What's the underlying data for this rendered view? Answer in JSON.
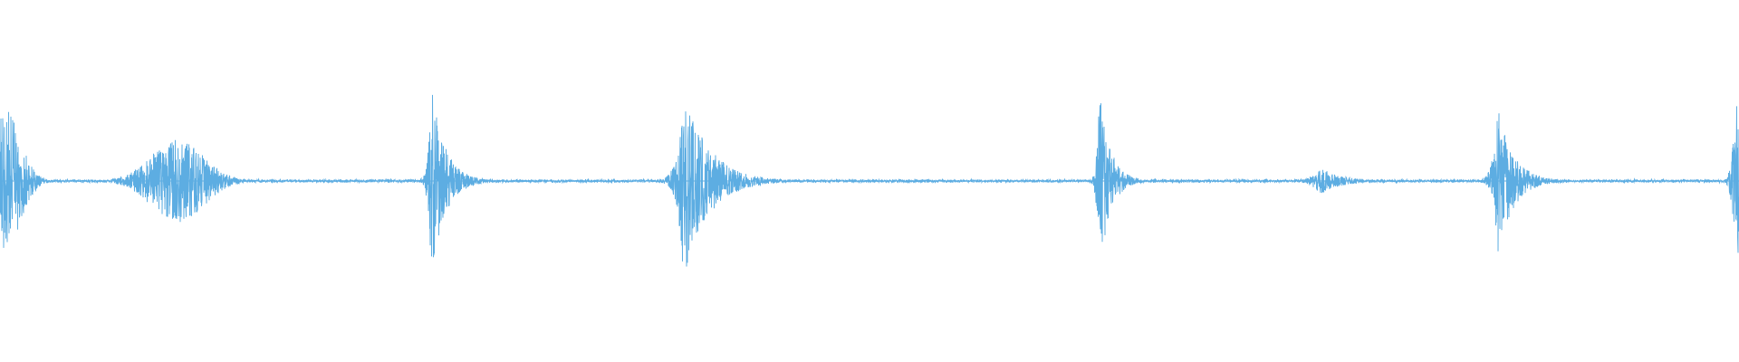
{
  "waveform": {
    "color": "#5dade2",
    "background": "#ffffff",
    "duration_fraction_note": "",
    "bursts": [
      {
        "t": 0.0,
        "peak": 0.82,
        "spread": 0.02,
        "tail": 0.012
      },
      {
        "t": 0.102,
        "peak": 0.42,
        "spread": 0.03,
        "tail": 0.0
      },
      {
        "t": 0.248,
        "peak": 0.95,
        "spread": 0.004,
        "tail": 0.008
      },
      {
        "t": 0.393,
        "peak": 0.98,
        "spread": 0.008,
        "tail": 0.012
      },
      {
        "t": 0.632,
        "peak": 1.0,
        "spread": 0.003,
        "tail": 0.006
      },
      {
        "t": 0.759,
        "peak": 0.14,
        "spread": 0.012,
        "tail": 0.0
      },
      {
        "t": 0.861,
        "peak": 0.78,
        "spread": 0.006,
        "tail": 0.006
      },
      {
        "t": 0.998,
        "peak": 1.05,
        "spread": 0.004,
        "tail": 0.004
      }
    ],
    "baseline_noise": 0.012
  }
}
